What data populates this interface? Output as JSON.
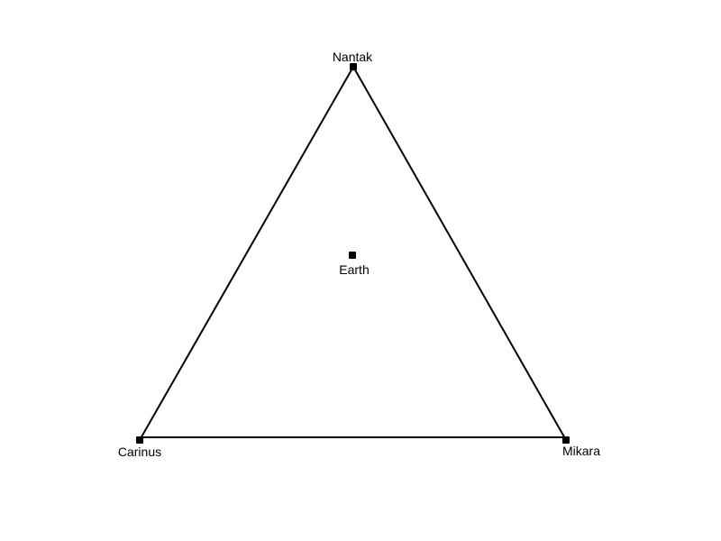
{
  "diagram": {
    "nodes": {
      "nantak": {
        "label": "Nantak"
      },
      "carinus": {
        "label": "Carinus"
      },
      "mikara": {
        "label": "Mikara"
      },
      "earth": {
        "label": "Earth"
      }
    },
    "edges": [
      {
        "from": "nantak",
        "to": "carinus"
      },
      {
        "from": "carinus",
        "to": "mikara"
      },
      {
        "from": "mikara",
        "to": "nantak"
      }
    ]
  }
}
